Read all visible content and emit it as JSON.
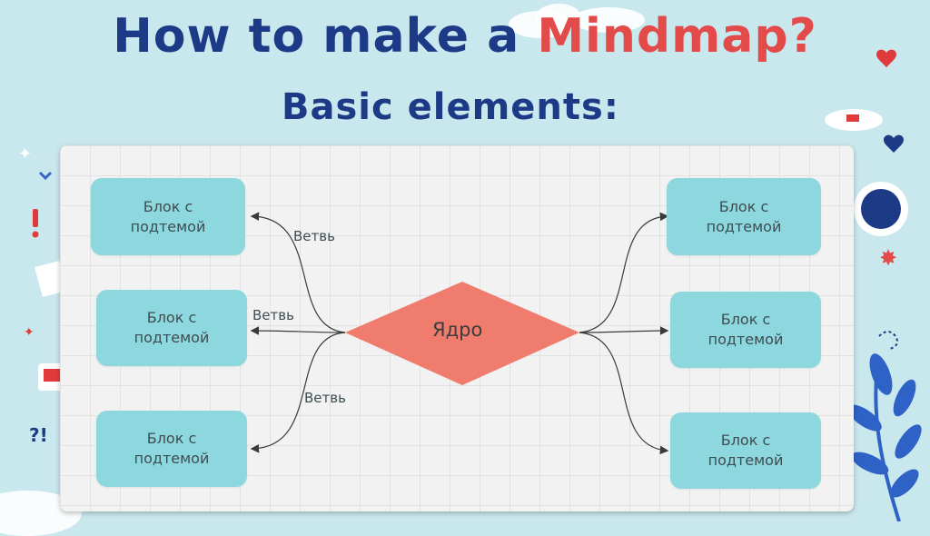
{
  "title": {
    "main": "How to make a",
    "accent": "Mindmap?"
  },
  "subtitle": "Basic elements:",
  "diagram": {
    "core_label": "Ядро",
    "branch_labels": [
      "Ветвь",
      "Ветвь",
      "Ветвь"
    ],
    "left_nodes": [
      "Блок с\nподтемой",
      "Блок с\nподтемой",
      "Блок с\nподтемой"
    ],
    "right_nodes": [
      "Блок с\nподтемой",
      "Блок с\nподтемой",
      "Блок с\nподтемой"
    ]
  },
  "colors": {
    "background": "#c9e8ee",
    "title": "#1c3a86",
    "title_accent": "#e34b4b",
    "node_fill": "#8dd8df",
    "core_fill": "#ef7c6c",
    "connector": "#3a3a3a"
  }
}
